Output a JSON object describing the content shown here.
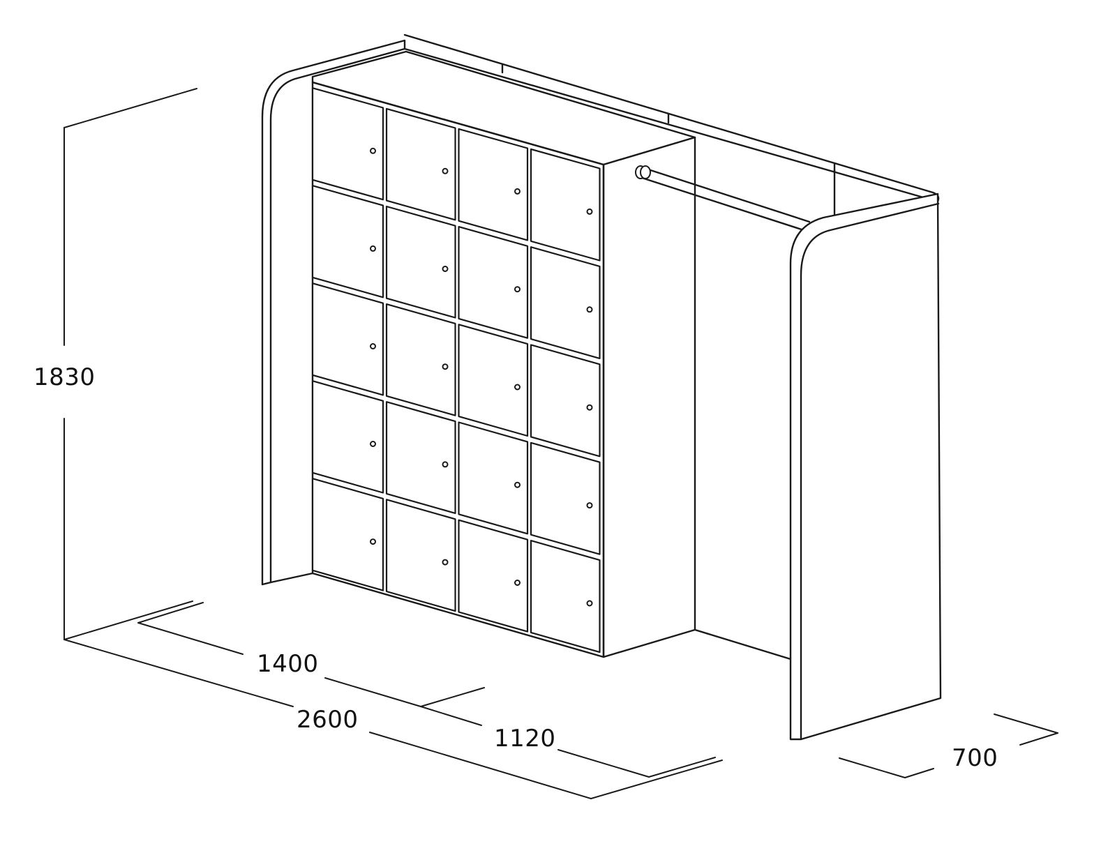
{
  "drawing": {
    "dimensions": {
      "height": "1830",
      "width_total": "2600",
      "width_cabinet": "1400",
      "width_hanging": "1120",
      "depth": "700"
    },
    "locker_grid": {
      "rows": 5,
      "columns": 4
    },
    "line_color": "#1a1a1a",
    "background": "#ffffff"
  }
}
